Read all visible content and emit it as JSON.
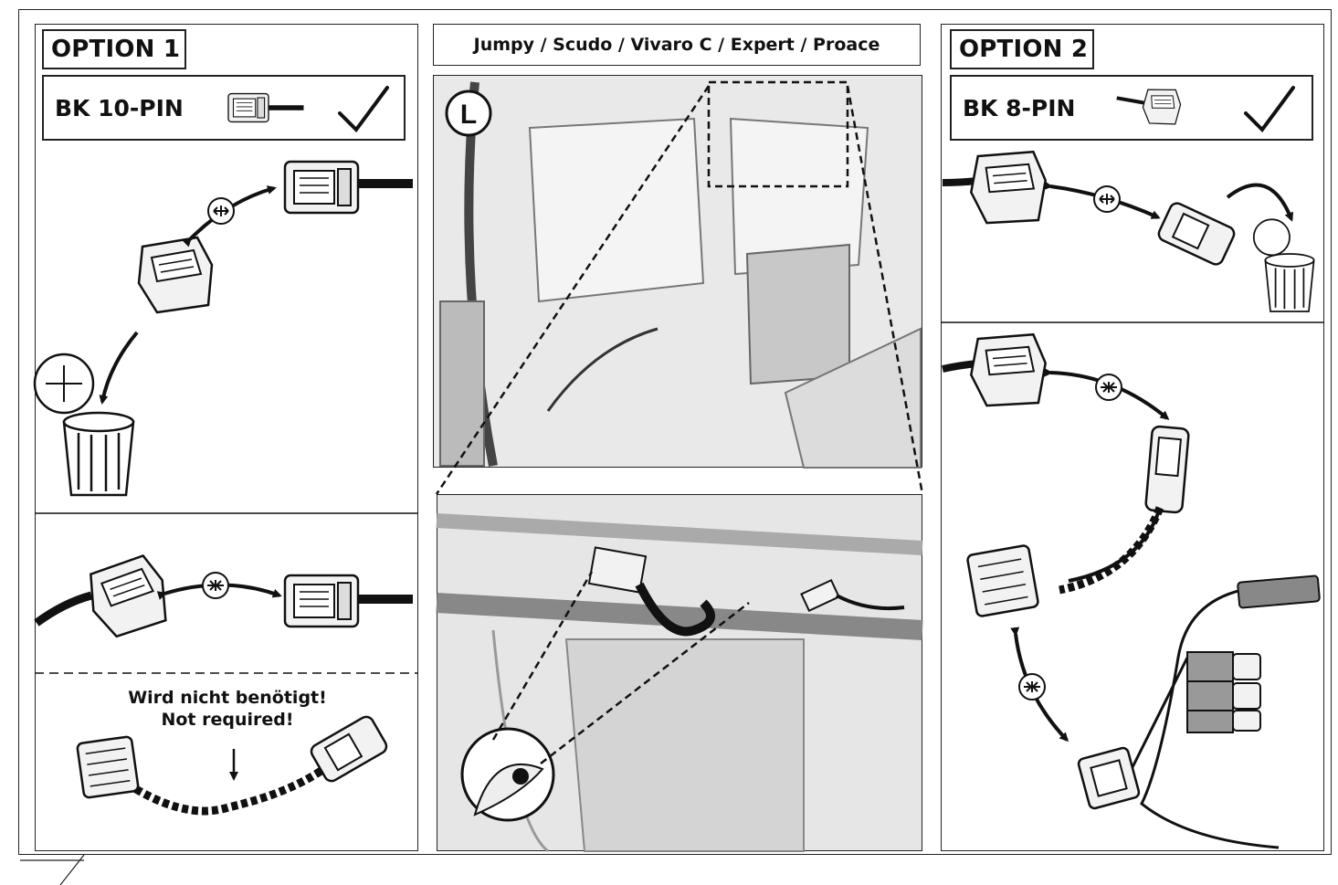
{
  "title": "Jumpy / Scudo / Vivaro C / Expert / Proace",
  "side_label": "L",
  "option1": {
    "label": "OPTION 1",
    "connector": "BK 10-PIN",
    "note_de": "Wird nicht benötigt!",
    "note_en": "Not required!"
  },
  "option2": {
    "label": "OPTION 2",
    "connector": "BK 8-PIN"
  },
  "check_glyph": "✓",
  "colors": {
    "line": "#111111",
    "part_fill": "#f2f2f2",
    "photo_bg": "#e6e6e6",
    "photo_dark": "#c8c8c8"
  }
}
